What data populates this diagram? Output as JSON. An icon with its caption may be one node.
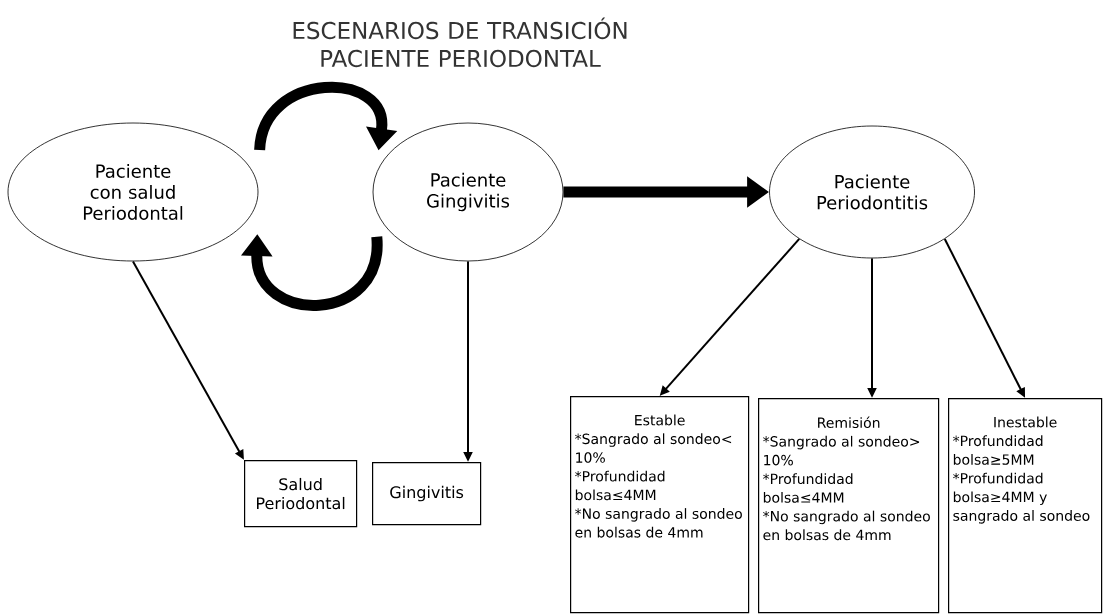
{
  "diagram": {
    "title": "ESCENARIOS DE TRANSICIÓN PACIENTE PERIODONTAL",
    "nodes": [
      {
        "text": [
          "Paciente con salud Periodontal"
        ]
      },
      {
        "text": [
          "Paciente Gingivitis"
        ]
      },
      {
        "text": [
          "Paciente Periodontitis"
        ]
      },
      {
        "text": [
          "Salud Periodontal"
        ]
      },
      {
        "text": [
          "Gingivitis"
        ]
      },
      {
        "text": [
          "Estable",
          "*Sangrado al sondeo< 10%",
          "*Profundidad bolsa≤4MM",
          "*No sangrado al sondeo en bolsas de 4mm"
        ]
      },
      {
        "text": [
          "Remisión",
          "*Sangrado al sondeo> 10%",
          "*Profundidad bolsa≤4MM",
          "*No sangrado al sondeo en bolsas de 4mm"
        ]
      },
      {
        "text": [
          "Inestable",
          "*Profundidad bolsa≥5MM",
          "*Profundidad bolsa≥4MM y sangrado al sondeo"
        ]
      }
    ],
    "edges": [
      {
        "from": 0,
        "to": 1,
        "arrow": "to",
        "style": "thick"
      },
      {
        "from": 1,
        "to": 0,
        "arrow": "to",
        "style": "thick"
      },
      {
        "from": 1,
        "to": 2,
        "arrow": "to",
        "style": "thick"
      },
      {
        "from": 0,
        "to": 3,
        "arrow": "to"
      },
      {
        "from": 1,
        "to": 4,
        "arrow": "to"
      },
      {
        "from": 2,
        "to": 5,
        "arrow": "to"
      },
      {
        "from": 2,
        "to": 6,
        "arrow": "to"
      },
      {
        "from": 2,
        "to": 7,
        "arrow": "to"
      }
    ]
  }
}
